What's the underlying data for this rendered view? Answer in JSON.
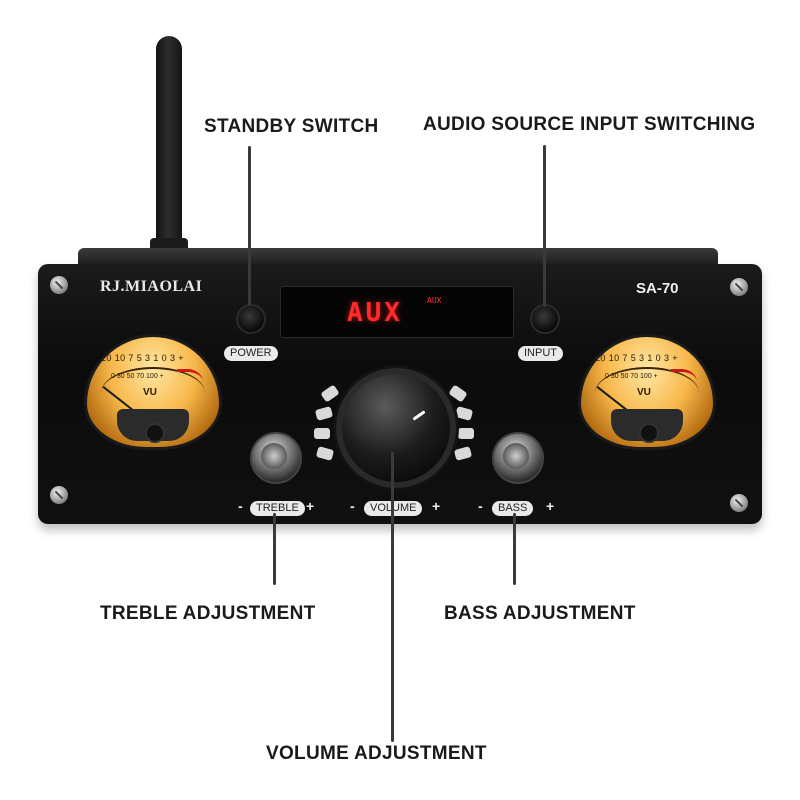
{
  "callouts": {
    "standby": "STANDBY SWITCH",
    "audio_source": "AUDIO SOURCE INPUT SWITCHING",
    "treble": "TREBLE ADJUSTMENT",
    "bass": "BASS ADJUSTMENT",
    "volume": "VOLUME ADJUSTMENT"
  },
  "device": {
    "brand": "RJ.MIAOLAI",
    "model": "SA-70",
    "display": {
      "main": "AUX",
      "sub": "AUX"
    },
    "buttons": {
      "power": "POWER",
      "input": "INPUT"
    },
    "controls": {
      "treble": "TREBLE",
      "volume": "VOLUME",
      "bass": "BASS",
      "minus": "-",
      "plus": "+"
    },
    "vu_meter": {
      "scale_top": "20 10 7 5 3 1 0 3 +",
      "scale_bottom": "0 30 50 70 100 +",
      "label": "VU"
    }
  }
}
